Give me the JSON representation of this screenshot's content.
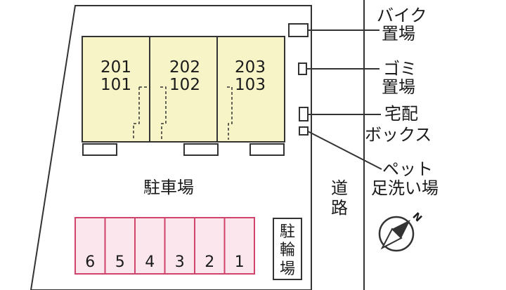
{
  "colors": {
    "outline": "#333333",
    "building_fill": "#f7f4c8",
    "bicycle_fill": "#fce6ee",
    "bicycle_stroke": "#d0436a",
    "background": "#ffffff"
  },
  "units": {
    "col1": {
      "upper": "201",
      "lower": "101"
    },
    "col2": {
      "upper": "202",
      "lower": "102"
    },
    "col3": {
      "upper": "203",
      "lower": "103"
    }
  },
  "labels": {
    "bike_line1": "バイク",
    "bike_line2": "置場",
    "garbage_line1": "ゴミ",
    "garbage_line2": "置場",
    "delivery_line1": "宅配",
    "delivery_line2": "ボックス",
    "pet_line1": "ペット",
    "pet_line2": "足洗い場",
    "parking": "駐車場",
    "road_char1": "道",
    "road_char2": "路",
    "bicycle_char1": "駐",
    "bicycle_char2": "輪",
    "bicycle_char3": "場"
  },
  "parking_spaces": [
    "6",
    "5",
    "4",
    "3",
    "2",
    "1"
  ],
  "compass": {
    "letter": "N",
    "icon": "north-arrow-icon"
  }
}
